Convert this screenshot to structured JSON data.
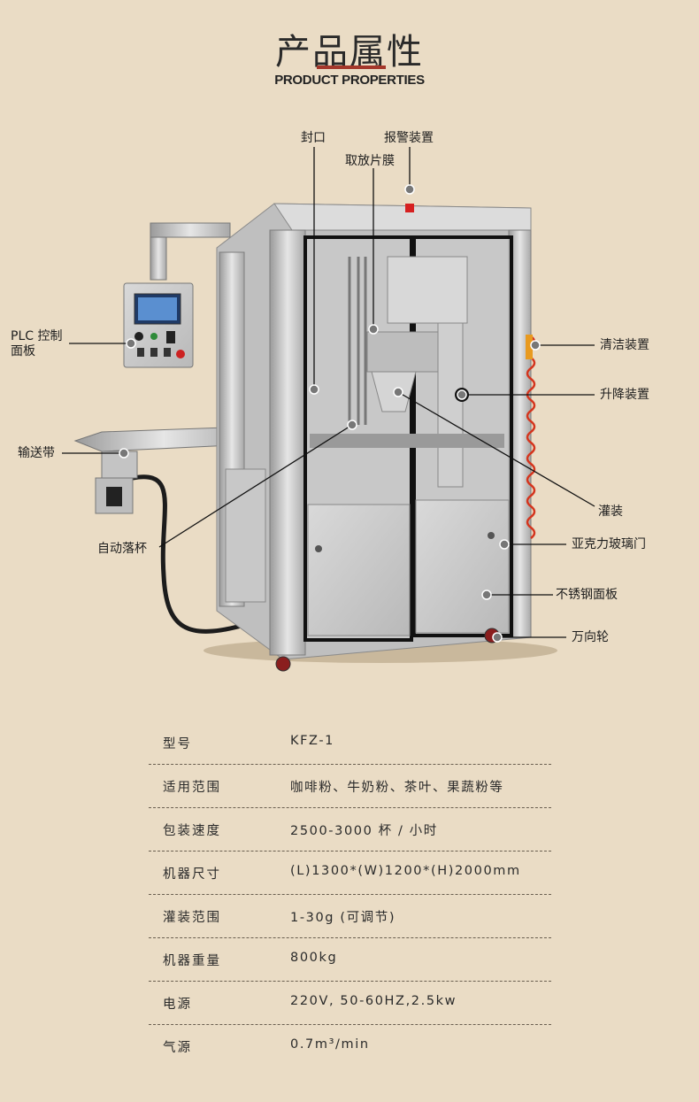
{
  "header": {
    "title": "产品属性",
    "subtitle": "PRODUCT PROPERTIES"
  },
  "callouts": [
    {
      "id": "seal",
      "label": "封口"
    },
    {
      "id": "alarm",
      "label": "报警装置"
    },
    {
      "id": "film",
      "label": "取放片膜"
    },
    {
      "id": "plc",
      "label": "PLC 控制\n面板"
    },
    {
      "id": "clean",
      "label": "清洁装置"
    },
    {
      "id": "lift",
      "label": "升降装置"
    },
    {
      "id": "conveyor",
      "label": "输送带"
    },
    {
      "id": "filling",
      "label": "灌装"
    },
    {
      "id": "acrylic",
      "label": "亚克力玻璃门"
    },
    {
      "id": "cupdrop",
      "label": "自动落杯"
    },
    {
      "id": "panel",
      "label": "不锈钢面板"
    },
    {
      "id": "wheel",
      "label": "万向轮"
    }
  ],
  "specs": [
    {
      "label": "型号",
      "value": "KFZ-1"
    },
    {
      "label": "适用范围",
      "value": "咖啡粉、牛奶粉、茶叶、果蔬粉等"
    },
    {
      "label": "包装速度",
      "value": "2500-3000 杯 / 小时"
    },
    {
      "label": "机器尺寸",
      "value": "(L)1300*(W)1200*(H)2000mm"
    },
    {
      "label": "灌装范围",
      "value": "1-30g (可调节)"
    },
    {
      "label": "机器重量",
      "value": "800kg"
    },
    {
      "label": "电源",
      "value": "220V, 50-60HZ,2.5kw"
    },
    {
      "label": "气源",
      "value": "0.7m³/min"
    }
  ]
}
